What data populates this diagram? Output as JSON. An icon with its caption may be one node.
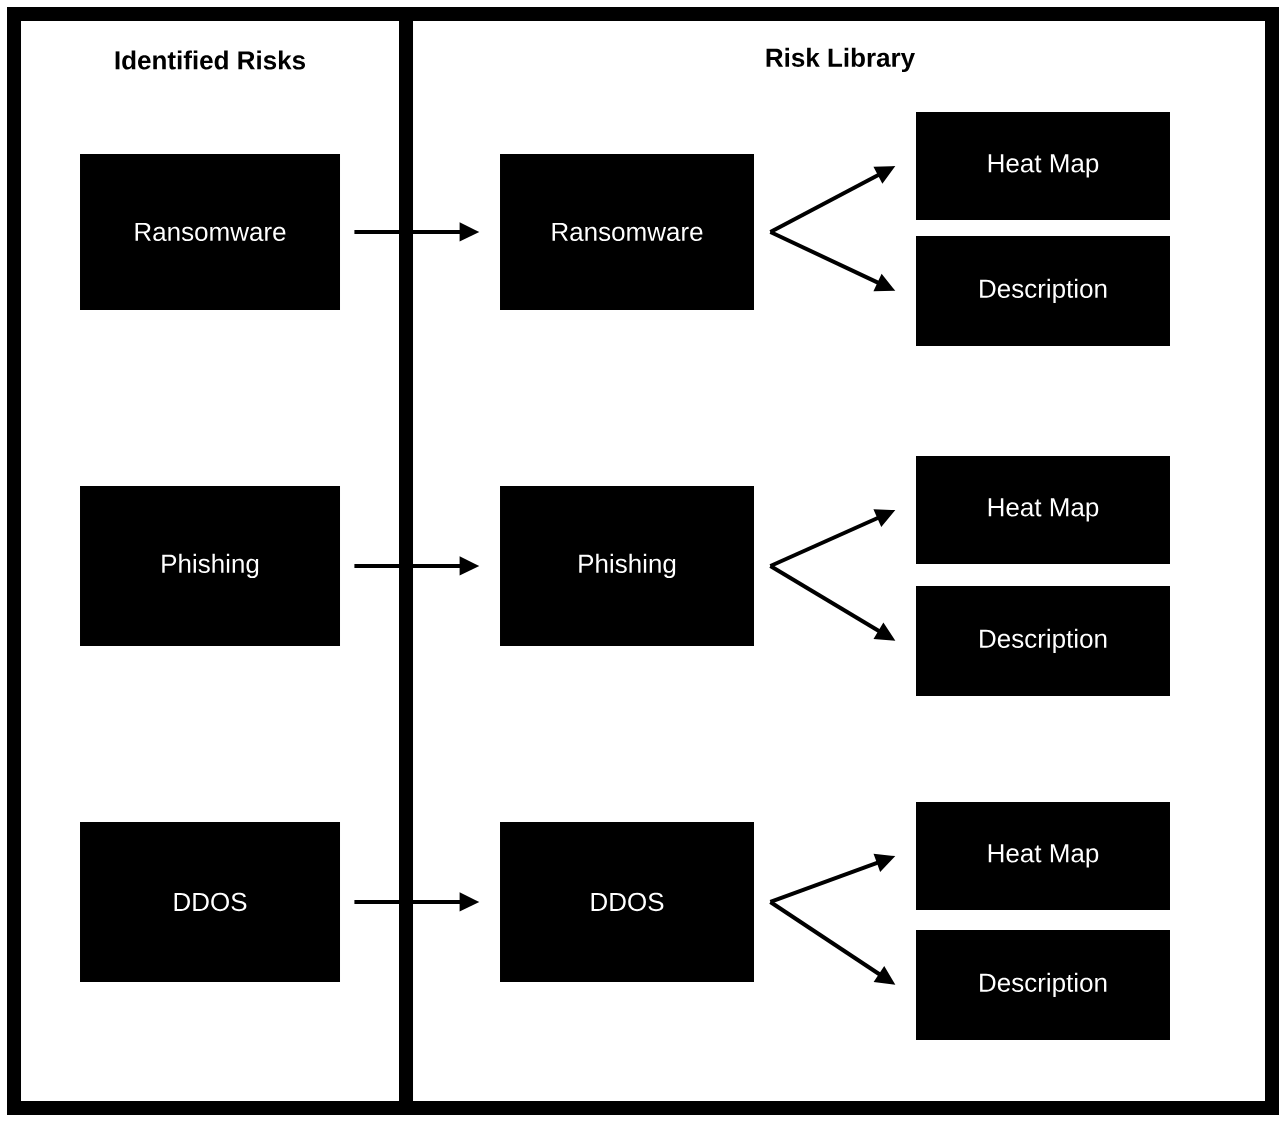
{
  "diagram": {
    "nodes": [
      {
        "text": [
          "Identified Risks"
        ]
      },
      {
        "text": [
          "Ransomware"
        ],
        "in": 0
      },
      {
        "text": [
          "Phishing"
        ],
        "in": 0
      },
      {
        "text": [
          "DDOS"
        ],
        "in": 0
      },
      {
        "text": [
          "Risk Library"
        ]
      },
      {
        "text": [
          "Ransomware"
        ],
        "in": 4
      },
      {
        "text": [
          "Heat Map"
        ],
        "in": 4
      },
      {
        "text": [
          "Description"
        ],
        "in": 4
      },
      {
        "text": [
          "Phishing"
        ],
        "in": 4
      },
      {
        "text": [
          "Heat Map"
        ],
        "in": 4
      },
      {
        "text": [
          "Description"
        ],
        "in": 4
      },
      {
        "text": [
          "DDOS"
        ],
        "in": 4
      },
      {
        "text": [
          "Heat Map"
        ],
        "in": 4
      },
      {
        "text": [
          "Description"
        ],
        "in": 4
      }
    ],
    "edges": [
      {
        "from": 1,
        "to": 5,
        "arrow": "to"
      },
      {
        "from": 5,
        "to": 6,
        "arrow": "to"
      },
      {
        "from": 5,
        "to": 7,
        "arrow": "to"
      },
      {
        "from": 2,
        "to": 8,
        "arrow": "to"
      },
      {
        "from": 8,
        "to": 9,
        "arrow": "to"
      },
      {
        "from": 8,
        "to": 10,
        "arrow": "to"
      },
      {
        "from": 3,
        "to": 11,
        "arrow": "to"
      },
      {
        "from": 11,
        "to": 12,
        "arrow": "to"
      },
      {
        "from": 11,
        "to": 13,
        "arrow": "to"
      }
    ]
  }
}
